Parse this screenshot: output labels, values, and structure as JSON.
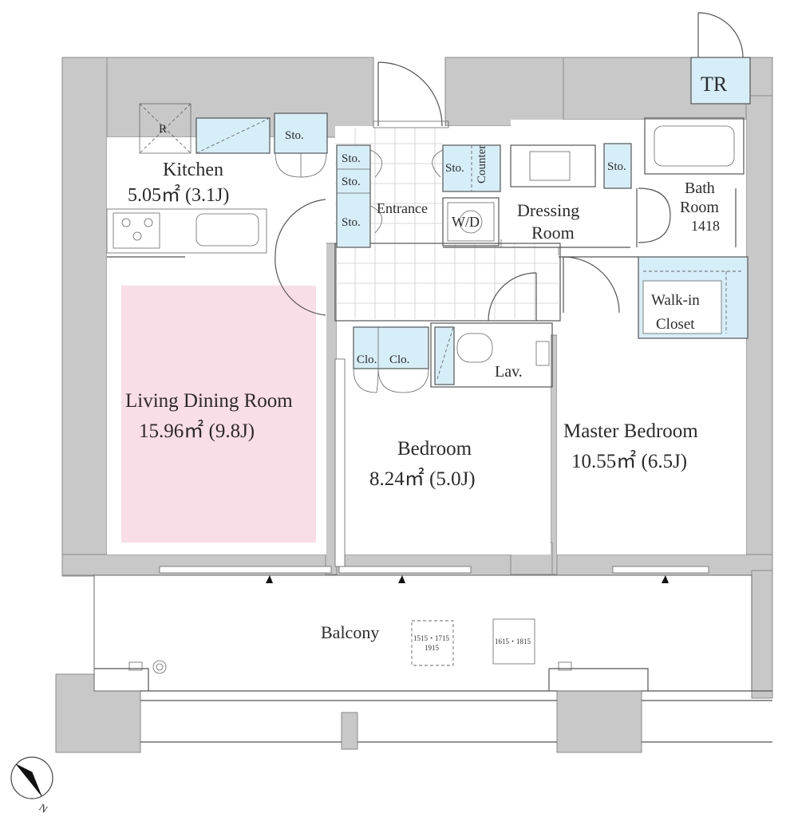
{
  "rooms": {
    "kitchen": {
      "name": "Kitchen",
      "area": "5.05㎡ (3.1J)"
    },
    "ldk": {
      "name": "Living Dining Room",
      "area": "15.96㎡ (9.8J)"
    },
    "bedroom": {
      "name": "Bedroom",
      "area": "8.24㎡ (5.0J)"
    },
    "master": {
      "name": "Master Bedroom",
      "area": "10.55㎡ (6.5J)"
    },
    "entrance": {
      "name": "Entrance"
    },
    "dressing": {
      "name_line1": "Dressing",
      "name_line2": "Room"
    },
    "bath": {
      "name_line1": "Bath",
      "name_line2": "Room",
      "size": "1418"
    },
    "walkin": {
      "name_line1": "Walk-in",
      "name_line2": "Closet"
    },
    "lav": {
      "name": "Lav."
    },
    "balcony": {
      "name": "Balcony"
    }
  },
  "fixtures": {
    "refrigerator": "R",
    "storage": "Sto.",
    "closet": "Clo.",
    "counter": "Counter",
    "washer": "W/D",
    "tr": "TR",
    "ac1": [
      "1515・1715",
      "1915"
    ],
    "ac2": "1615・1815"
  },
  "compass": {
    "north": "N"
  },
  "colors": {
    "wall": "#c8c8c8",
    "storage": "#d6eef8",
    "ldk_highlight": "#f9dde7"
  }
}
